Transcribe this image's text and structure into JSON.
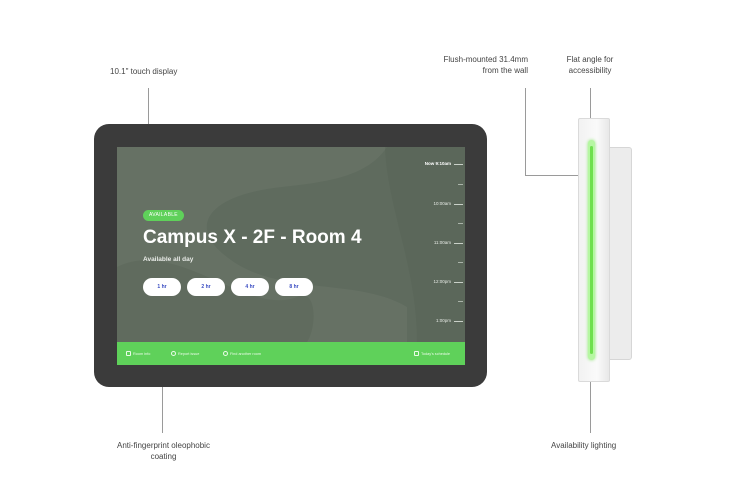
{
  "callouts": {
    "touch_display": "10.1\" touch display",
    "coating_line1": "Anti-fingerprint oleophobic",
    "coating_line2": "coating",
    "flush_line1": "Flush-mounted 31.4mm",
    "flush_line2": "from the wall",
    "angle_line1": "Flat angle for",
    "angle_line2": "accessibility",
    "lighting": "Availability lighting"
  },
  "screen": {
    "status_badge": "AVAILABLE",
    "room_title": "Campus X - 2F - Room 4",
    "availability_text": "Available all day",
    "booking_buttons": [
      "1 hr",
      "2 hr",
      "4 hr",
      "8 hr"
    ],
    "schedule_times": [
      "Now 9:10am",
      "10:00am",
      "11:00am",
      "12:00pm",
      "1:00pm"
    ],
    "action_bar": {
      "room_info": "Room info",
      "report_issue": "Report issue",
      "find_room": "Find another room",
      "schedule": "Today's schedule"
    }
  },
  "colors": {
    "accent_green": "#5fd15a",
    "screen_bg": "#5f6b5e",
    "bezel": "#3b3b3b",
    "button_text": "#3a4cc2"
  },
  "icons": [
    "info-icon",
    "warning-icon",
    "search-icon",
    "calendar-icon"
  ]
}
